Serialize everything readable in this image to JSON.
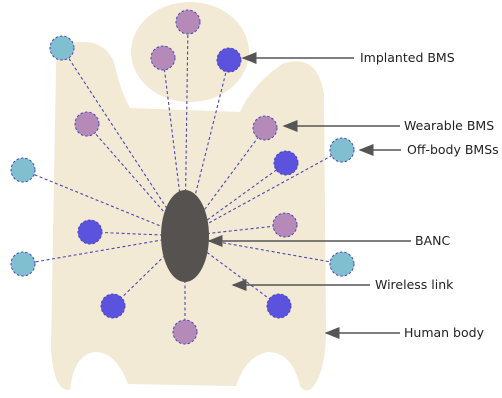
{
  "labels": {
    "implanted": "Implanted BMS",
    "wearable": "Wearable BMS",
    "offbody": "Off-body BMSs",
    "banc": "BANC",
    "wireless": "Wireless link",
    "human": "Human body"
  },
  "colors": {
    "body_fill": "#f2ead4",
    "link": "#4a47b8",
    "implanted": "#5b52de",
    "wearable": "#b58ab8",
    "offbody": "#7fbfcf",
    "banc": "#555250"
  }
}
